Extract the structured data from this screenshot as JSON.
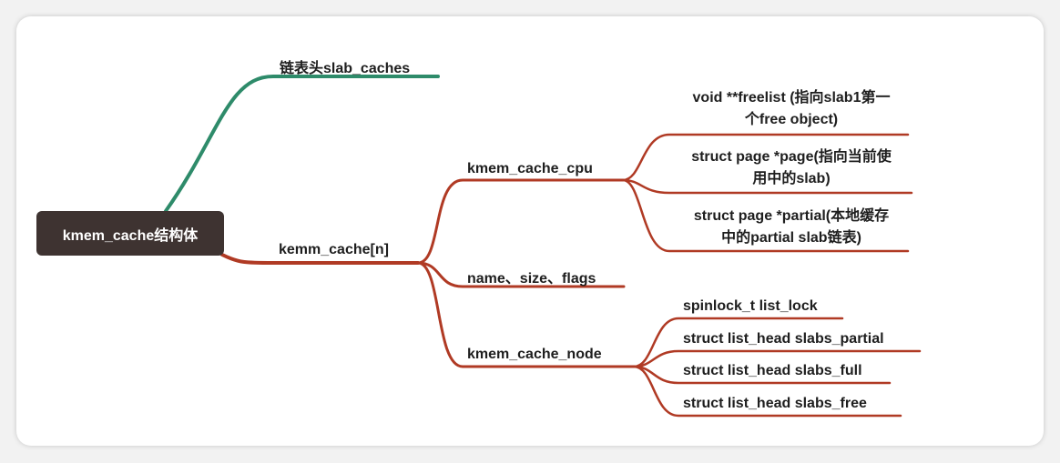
{
  "root": {
    "label": "kmem_cache结构体"
  },
  "branches": {
    "slab_caches": {
      "label": "链表头slab_caches"
    },
    "kemm_cache": {
      "label": "kemm_cache[n]"
    }
  },
  "kemm_children": {
    "cpu": {
      "label": "kmem_cache_cpu"
    },
    "name_size_flags": {
      "label": "name、size、flags"
    },
    "node": {
      "label": "kmem_cache_node"
    }
  },
  "cpu_fields": {
    "freelist": {
      "line1": "void **freelist (指向slab1第一",
      "line2": "个free object)"
    },
    "page": {
      "line1": "struct page *page(指向当前使",
      "line2": "用中的slab)"
    },
    "partial": {
      "line1": "struct page *partial(本地缓存",
      "line2": "中的partial slab链表)"
    }
  },
  "node_fields": {
    "list_lock": {
      "label": "spinlock_t list_lock"
    },
    "slabs_partial": {
      "label": "struct list_head slabs_partial"
    },
    "slabs_full": {
      "label": "struct list_head slabs_full"
    },
    "slabs_free": {
      "label": "struct list_head slabs_free"
    }
  },
  "colors": {
    "green_branch": "#2e8b6a",
    "red_branch": "#b03a24",
    "root_fill": "#3e3331"
  }
}
